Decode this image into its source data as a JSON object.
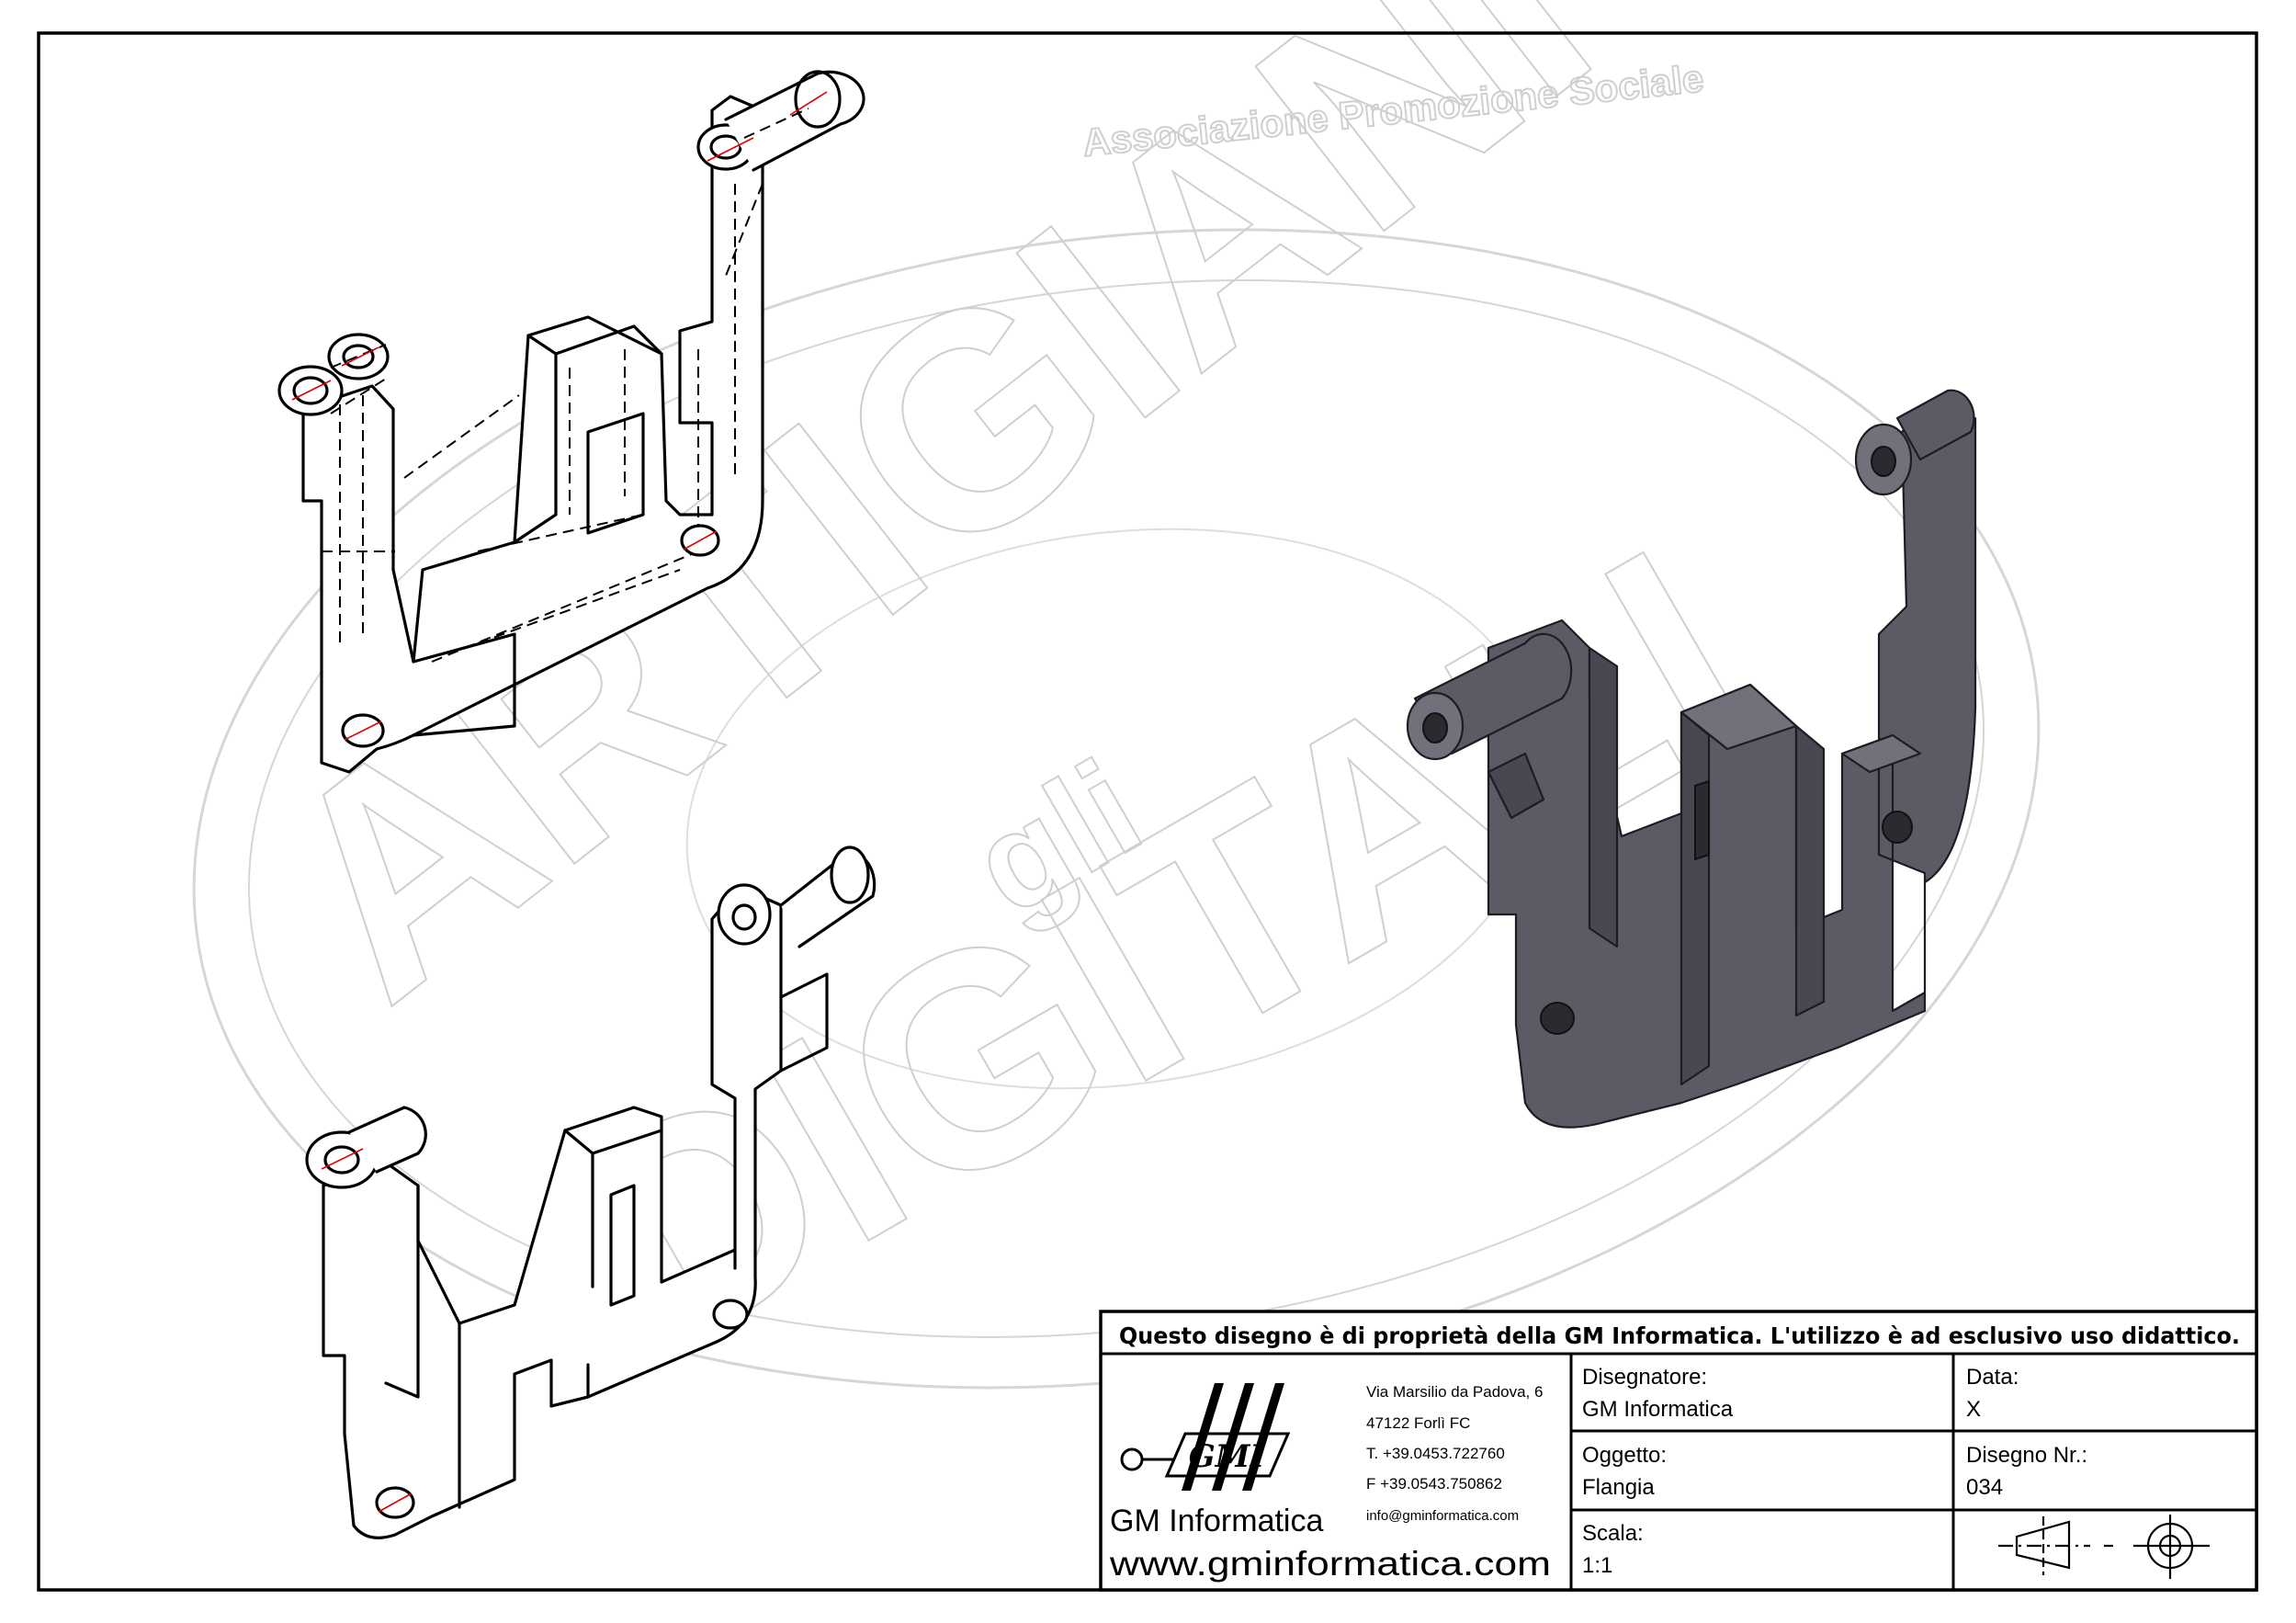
{
  "watermark": {
    "arc_text": "Associazione Promozione Sociale",
    "line1": "ARTIGIANI",
    "line2": "gli",
    "line3": "DIGITALI"
  },
  "title_block": {
    "notice": "Questo disegno è di proprietà della GM Informatica. L'utilizzo è ad esclusivo uso didattico.",
    "company": {
      "logo_text": "GMI",
      "address1": "Via Marsilio da Padova, 6",
      "address2": "47122  Forlì  FC",
      "phone": "T. +39.0453.722760",
      "fax": "F +39.0543.750862",
      "email": "info@gminformatica.com",
      "name": "GM Informatica",
      "website": "www.gminformatica.com"
    },
    "fields": {
      "designer_label": "Disegnatore:",
      "designer_value": "GM  Informatica",
      "date_label": "Data:",
      "date_value": "X",
      "object_label": "Oggetto:",
      "object_value": "Flangia",
      "drawing_no_label": "Disegno  Nr.:",
      "drawing_no_value": "034",
      "scale_label": "Scala:",
      "scale_value": "1:1"
    }
  },
  "colors": {
    "frame": "#000000",
    "shaded_body": "#5b5b66",
    "watermark": "#cfcfcf",
    "center_line": "#dd0000"
  }
}
